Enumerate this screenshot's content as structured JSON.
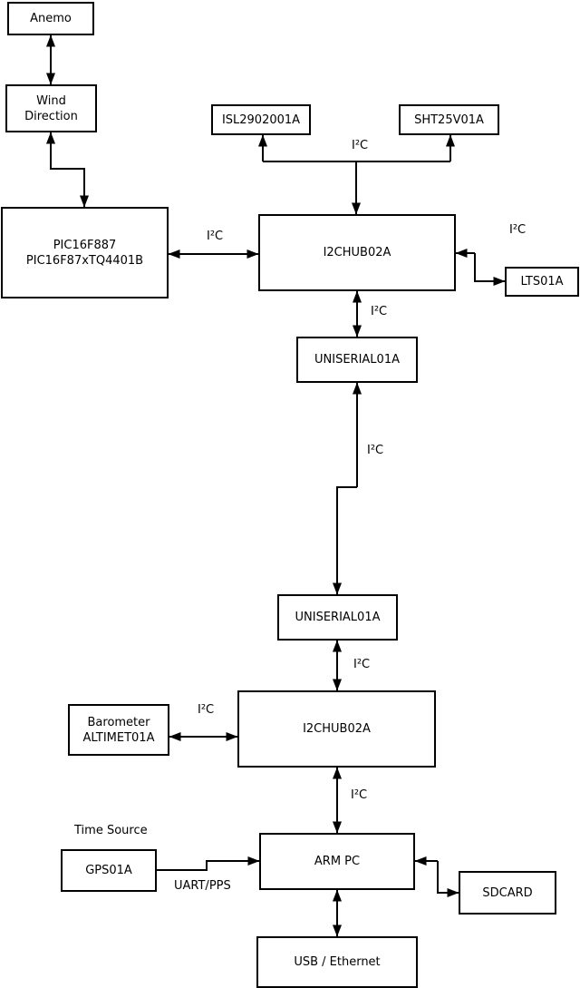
{
  "diagram_type": "hardware-block-diagram",
  "nodes": {
    "anemo": {
      "label": "Anemo"
    },
    "wind_direction": {
      "label": "Wind\nDirection"
    },
    "pic": {
      "label": "PIC16F887\nPIC16F87xTQ4401B"
    },
    "isl": {
      "label": "ISL2902001A"
    },
    "sht": {
      "label": "SHT25V01A"
    },
    "i2c_hub_1": {
      "label": "I2CHUB02A"
    },
    "lts": {
      "label": "LTS01A"
    },
    "uniserial_1": {
      "label": "UNISERIAL01A"
    },
    "uniserial_2": {
      "label": "UNISERIAL01A"
    },
    "i2c_hub_2": {
      "label": "I2CHUB02A"
    },
    "barometer": {
      "label": "Barometer\nALTIMET01A"
    },
    "arm_pc": {
      "label": "ARM PC"
    },
    "gps": {
      "label": "GPS01A"
    },
    "sdcard": {
      "label": "SDCARD"
    },
    "usb_ethernet": {
      "label": "USB / Ethernet"
    }
  },
  "edge_labels": {
    "i2c": "I²C",
    "uart_pps": "UART/PPS",
    "time_source": "Time Source"
  },
  "colors": {
    "line": "#000000",
    "box_border": "#000000",
    "box_fill": "#ffffff",
    "background": "#ffffff"
  }
}
